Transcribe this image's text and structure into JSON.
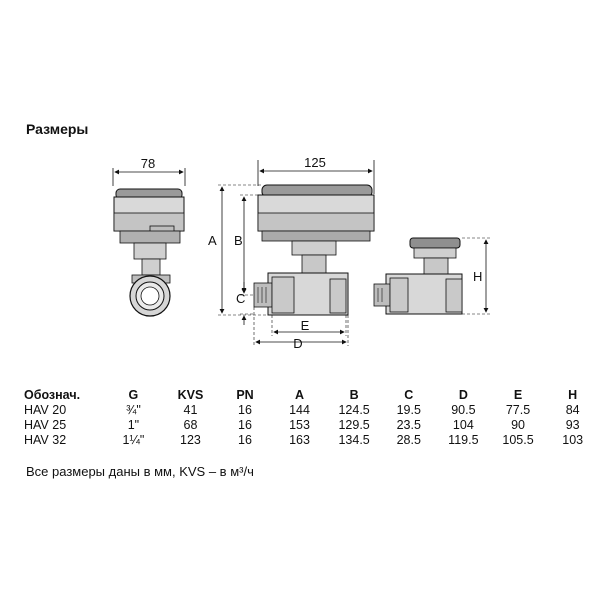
{
  "section_title": "Размеры",
  "dimensions": {
    "width_small": "78",
    "width_large": "125",
    "A": "A",
    "B": "B",
    "C": "C",
    "D": "D",
    "E": "E",
    "H": "H"
  },
  "table": {
    "headers": [
      "Обознач.",
      "G",
      "KVS",
      "PN",
      "A",
      "B",
      "C",
      "D",
      "E",
      "H"
    ],
    "rows": [
      [
        "HAV 20",
        "¾\"",
        "41",
        "16",
        "144",
        "124.5",
        "19.5",
        "90.5",
        "77.5",
        "84"
      ],
      [
        "HAV 25",
        "1\"",
        "68",
        "16",
        "153",
        "129.5",
        "23.5",
        "104",
        "90",
        "93"
      ],
      [
        "HAV 32",
        "1¼\"",
        "123",
        "16",
        "163",
        "134.5",
        "28.5",
        "119.5",
        "105.5",
        "103"
      ]
    ]
  },
  "footnote": "Все размеры даны в мм, KVS – в м³/ч"
}
